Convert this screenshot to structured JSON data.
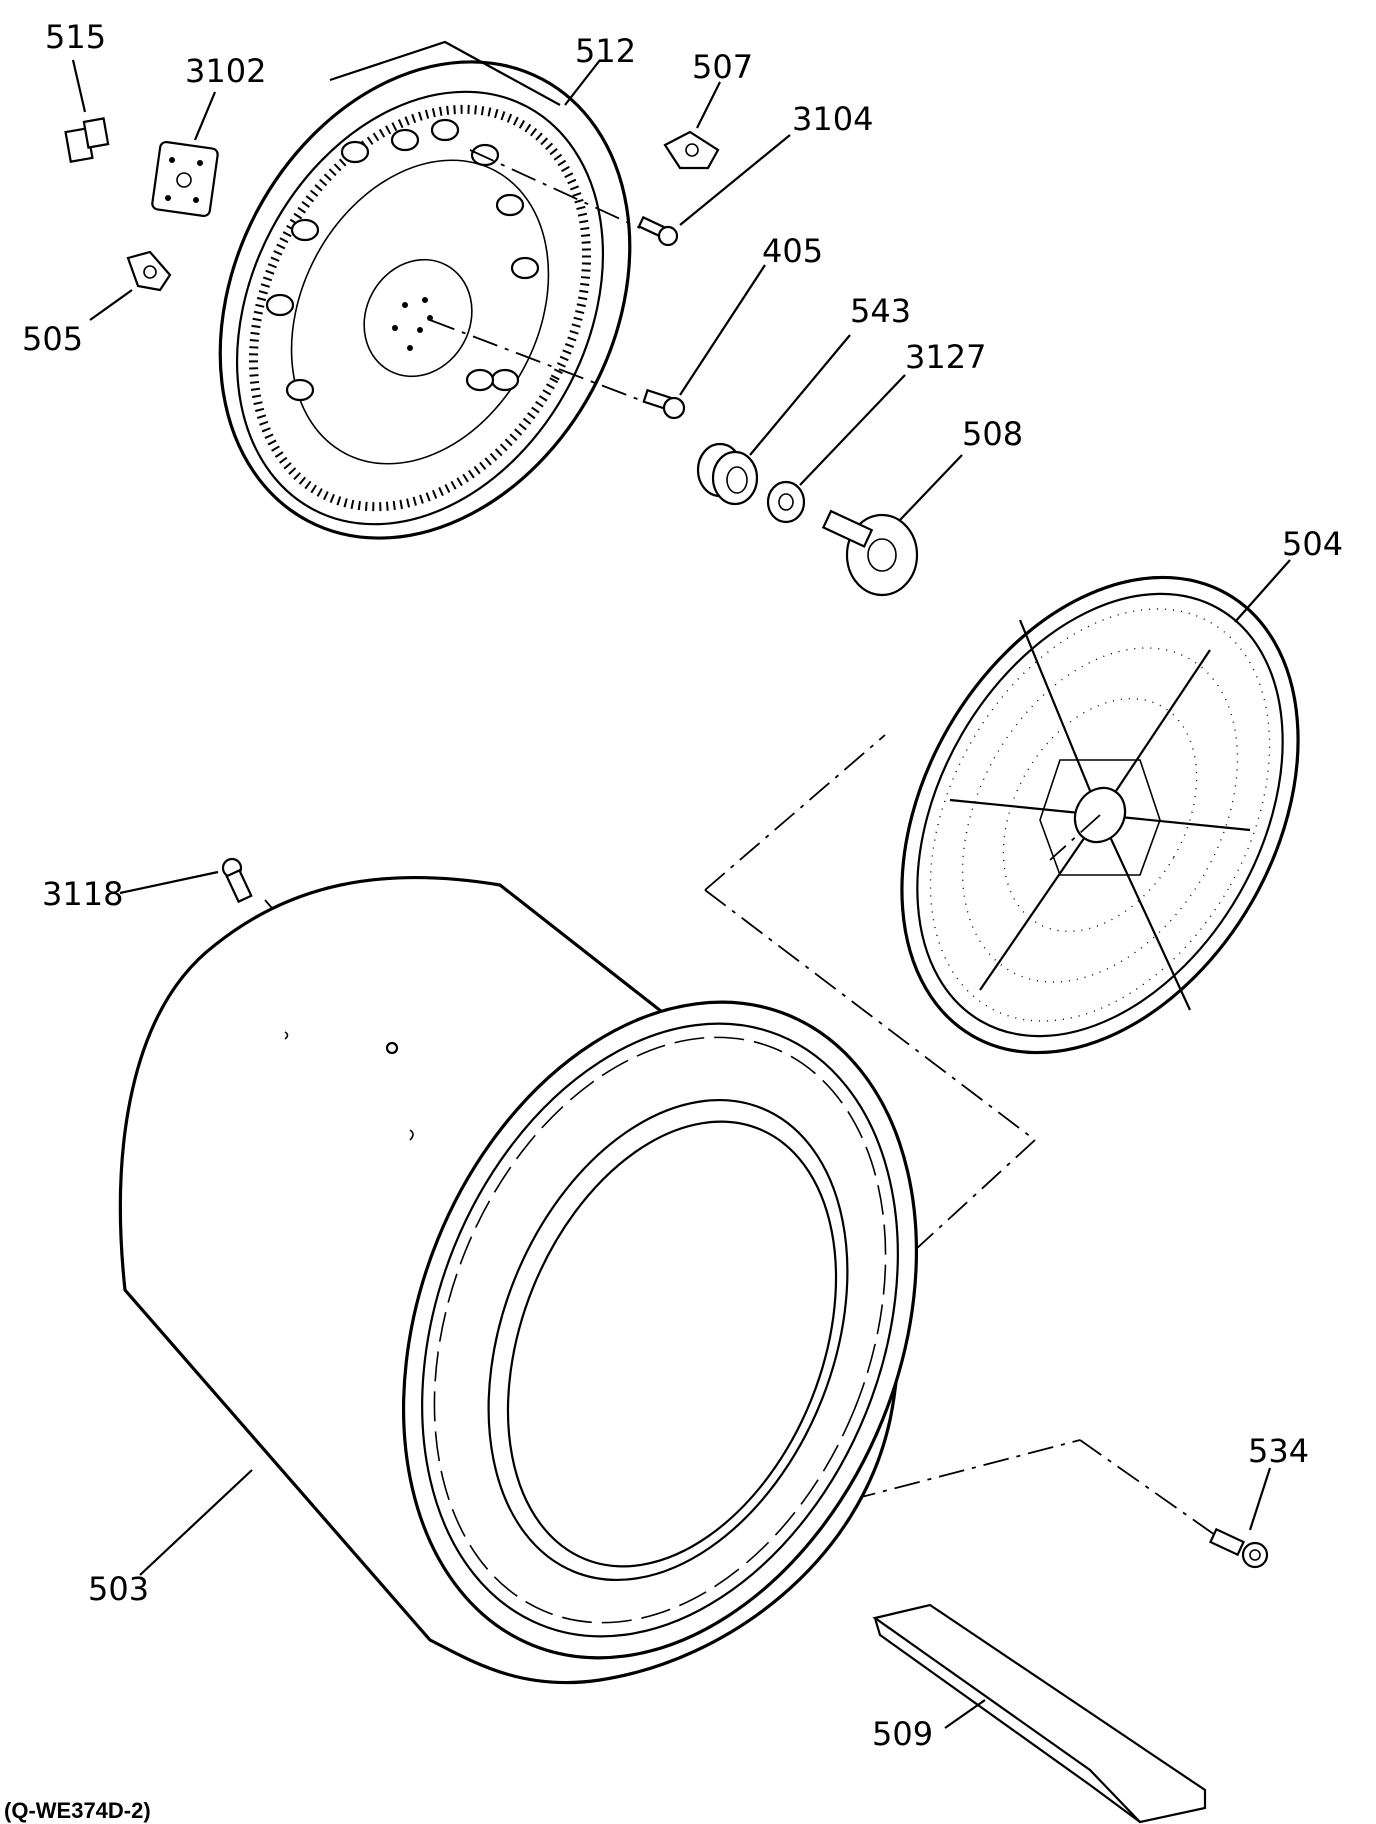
{
  "labels": {
    "p515": "515",
    "p3102": "3102",
    "p512": "512",
    "p507": "507",
    "p3104": "3104",
    "p505": "505",
    "p405": "405",
    "p543": "543",
    "p3127": "3127",
    "p508": "508",
    "p504": "504",
    "p3118": "3118",
    "p534": "534",
    "p503": "503",
    "p509": "509"
  },
  "footer": "(Q-WE374D-2)"
}
